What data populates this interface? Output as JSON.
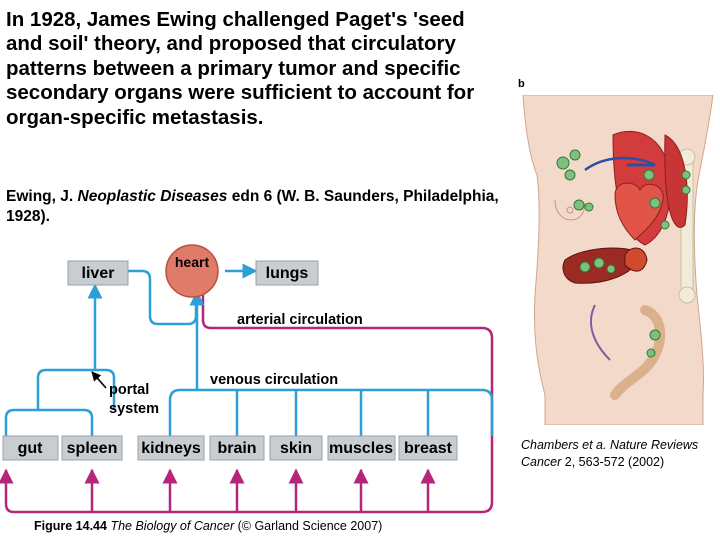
{
  "title": "In 1928, James Ewing challenged Paget's 'seed and soil' theory, and proposed that circulatory patterns between a primary tumor and specific secondary organs were sufficient to account for organ-specific metastasis.",
  "citation": {
    "author": "Ewing, J.",
    "work": "Neoplastic Diseases",
    "details": "edn 6 (W. B. Saunders, Philadelphia, 1928)."
  },
  "diagram": {
    "heart": "heart",
    "liver": "liver",
    "lungs": "lungs",
    "arterial": "arterial circulation",
    "venous": "venous circulation",
    "portal_line1": "portal",
    "portal_line2": "system",
    "organs": [
      "gut",
      "spleen",
      "kidneys",
      "brain",
      "skin",
      "muscles",
      "breast"
    ],
    "colors": {
      "venous": "#2b9fd6",
      "arterial": "#b5267a",
      "heart_fill": "#e07b6a",
      "heart_stroke": "#b9503f",
      "box": "#c8cdd2"
    }
  },
  "panel_b": {
    "label": "b",
    "credit_authors": "Chambers et a.",
    "credit_journal": "Nature Reviews Cancer",
    "credit_ref": "2, 563-572 (2002)"
  },
  "figure_caption": {
    "fig": "Figure 14.44",
    "book": "The Biology of Cancer",
    "publisher": "(© Garland Science 2007)"
  }
}
